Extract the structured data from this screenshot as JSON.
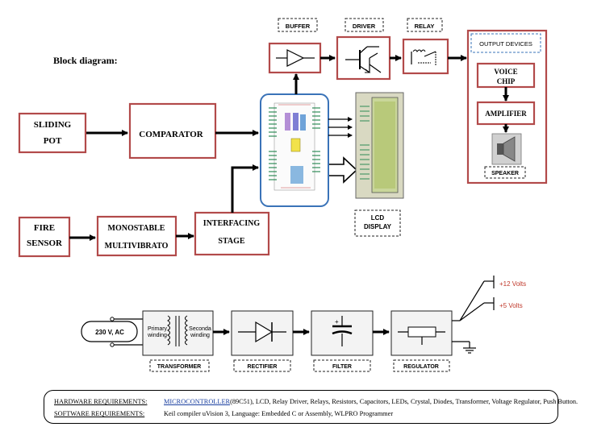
{
  "title": "Block diagram:",
  "blocks": {
    "sliding_pot": [
      "SLIDING",
      "POT"
    ],
    "comparator": "COMPARATOR",
    "fire_sensor": [
      "FIRE",
      "SENSOR"
    ],
    "monostable": [
      "MONOSTABLE",
      "MULTIVIBRATO"
    ],
    "interfacing": [
      "INTERFACING",
      "STAGE"
    ],
    "buffer": "BUFFER",
    "driver": "DRIVER",
    "relay": "RELAY",
    "output_devices": "OUTPUT DEVICES",
    "voice_chip": [
      "VOICE",
      "CHIP"
    ],
    "amplifier": "AMPLIFIER",
    "speaker": "SPEAKER",
    "lcd_display": [
      "LCD",
      "DISPLAY"
    ]
  },
  "power": {
    "input": "230 V, AC",
    "primary": [
      "Primary",
      "winding"
    ],
    "secondary": [
      "Seconda",
      "winding"
    ],
    "transformer": "TRANSFORMER",
    "rectifier": "RECTIFIER",
    "filter": "FILTER",
    "regulator": "REGULATOR",
    "v12": "+12 Volts",
    "v5": "+5 Volts"
  },
  "footer": {
    "hw_label": "HARDWARE REQUIREMENTS:",
    "hw_link": "MICROCONTROLLER",
    "hw_text": "(89C51), LCD, Relay Driver, Relays, Resistors, Capacitors, LEDs, Crystal, Diodes, Transformer, Voltage Regulator, Push Button.",
    "sw_label": "SOFTWARE REQUIREMENTS:",
    "sw_text": "Keil compiler uVision 3, Language: Embedded C or Assembly, WLPRO Programmer"
  },
  "colors": {
    "block_border": "#b24a4a",
    "mcu_border": "#3a73b8",
    "voltage_label": "#c0392b"
  }
}
